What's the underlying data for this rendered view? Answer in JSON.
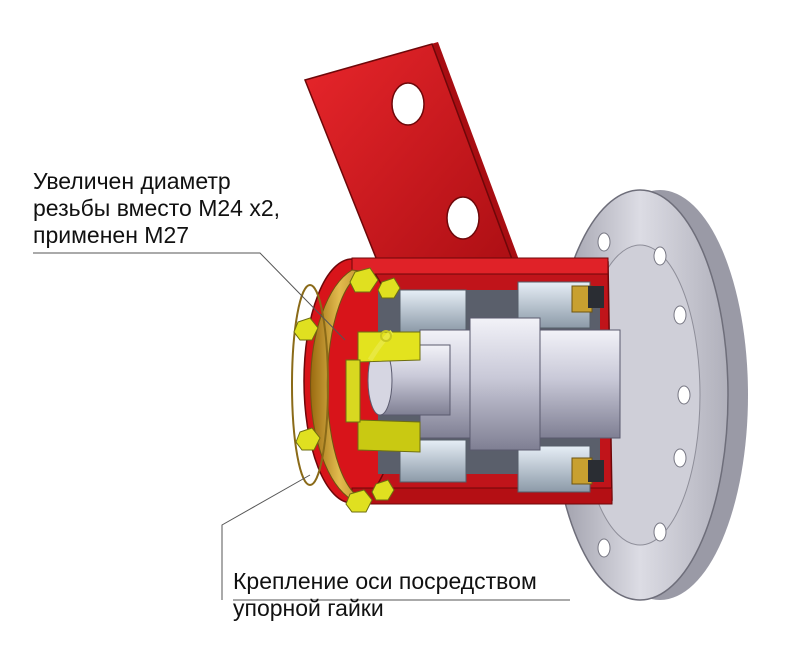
{
  "callouts": {
    "top": {
      "lines": [
        "Увеличен диаметр",
        "резьбы вместо М24 х2,",
        "применен М27"
      ]
    },
    "bottom": {
      "lines": [
        "Крепление оси посредством",
        "упорной гайки"
      ]
    }
  },
  "colors": {
    "bracket": "#d8141a",
    "bracket_dark": "#8c0b0f",
    "flange": "#c9c9d2",
    "flange_dark": "#8e8e99",
    "axle": "#c7c7d6",
    "brass_cap": "#c8a030",
    "nut": "#d8d820",
    "bearing": "#b9c5d2",
    "leader_line": "#555555"
  }
}
